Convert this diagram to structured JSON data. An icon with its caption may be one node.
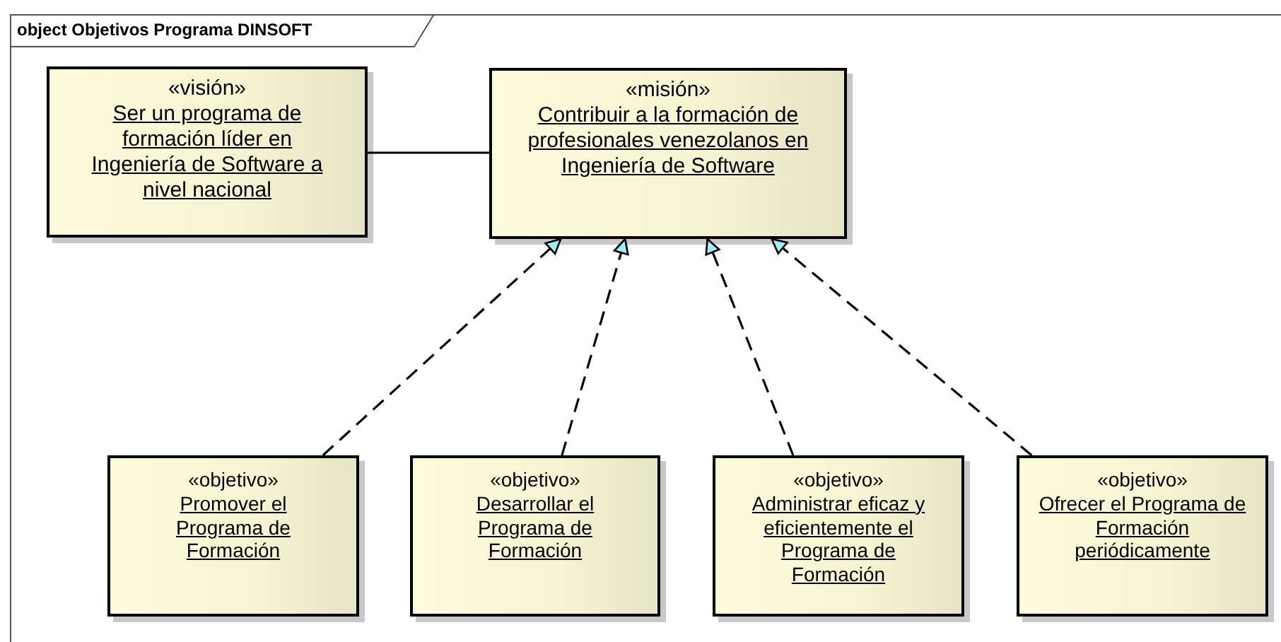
{
  "diagram": {
    "title": "object Objetivos Programa DINSOFT",
    "nodes": [
      {
        "text": [
          "«visión»",
          "Ser un programa de formación líder en Ingeniería de Software a nivel nacional"
        ]
      },
      {
        "text": [
          "«misión»",
          "Contribuir a la formación de profesionales venezolanos en Ingeniería de Software"
        ]
      },
      {
        "text": [
          "«objetivo»",
          "Promover el Programa de Formación"
        ]
      },
      {
        "text": [
          "«objetivo»",
          "Desarrollar el Programa de Formación"
        ]
      },
      {
        "text": [
          "«objetivo»",
          "Administrar eficaz y eficientemente el Programa de Formación"
        ]
      },
      {
        "text": [
          "«objetivo»",
          "Ofrecer el Programa de Formación periódicamente"
        ]
      }
    ],
    "edges": [
      {
        "from": 0,
        "to": 1,
        "arrow": "none"
      },
      {
        "from": 2,
        "to": 1,
        "arrow": "to",
        "style": "dashed"
      },
      {
        "from": 3,
        "to": 1,
        "arrow": "to",
        "style": "dashed"
      },
      {
        "from": 4,
        "to": 1,
        "arrow": "to",
        "style": "dashed"
      },
      {
        "from": 5,
        "to": 1,
        "arrow": "to",
        "style": "dashed"
      }
    ]
  }
}
